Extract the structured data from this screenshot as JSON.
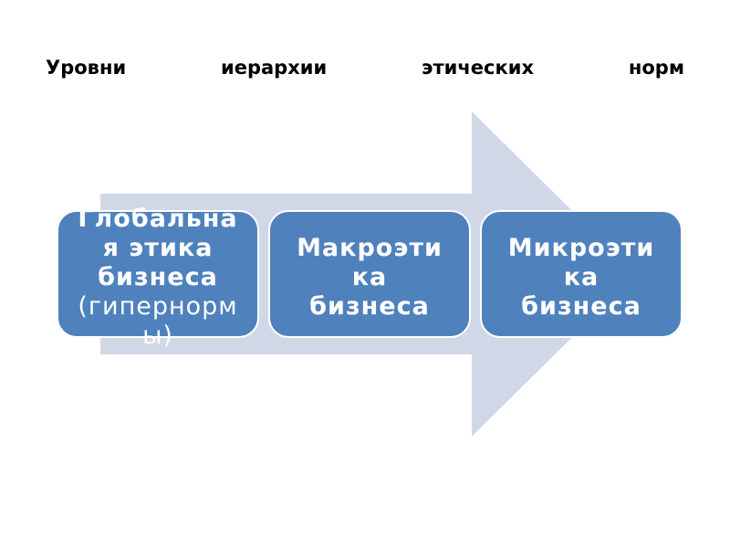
{
  "title_words": [
    "Уровни",
    "иерархии",
    "этических",
    "норм"
  ],
  "boxes": [
    {
      "lines": [
        "Глобальна",
        "я этика",
        "бизнеса"
      ],
      "sub_lines": [
        "(гипернорм",
        "ы)"
      ]
    },
    {
      "lines": [
        "Макроэти",
        "ка",
        "бизнеса"
      ]
    },
    {
      "lines": [
        "Микроэти",
        "ка",
        "бизнеса"
      ]
    }
  ],
  "colors": {
    "box_fill": "#4f81bd",
    "arrow_fill": "#d0d8e8",
    "text_title": "#000000",
    "text_box": "#ffffff"
  }
}
